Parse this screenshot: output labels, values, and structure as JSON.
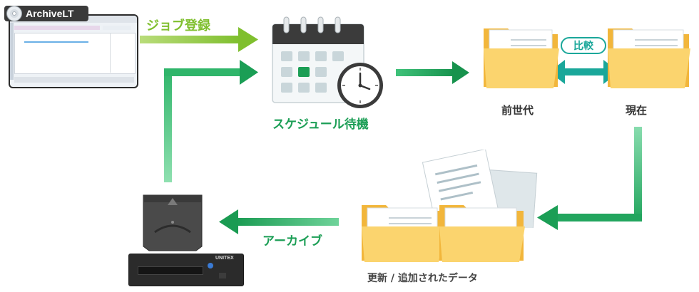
{
  "app": {
    "name": "ArchiveLT"
  },
  "labels": {
    "job_register": "ジョブ登録",
    "schedule_wait": "スケジュール待機",
    "previous_generation": "前世代",
    "current": "現在",
    "compare": "比較",
    "archive": "アーカイブ",
    "updated_added_data": "更新 / 追加されたデータ"
  },
  "device": {
    "brand": "UNITEX"
  },
  "colors": {
    "green": "#1b9e55",
    "lime": "#8cc63f",
    "teal": "#1aa79a",
    "folder": "#fbd46e",
    "folder_dark": "#f2b63b"
  },
  "icons": [
    "disc-icon",
    "calendar-icon",
    "clock-icon",
    "folder-icon",
    "document-icon",
    "tape-cartridge-icon",
    "tape-drive-icon"
  ]
}
